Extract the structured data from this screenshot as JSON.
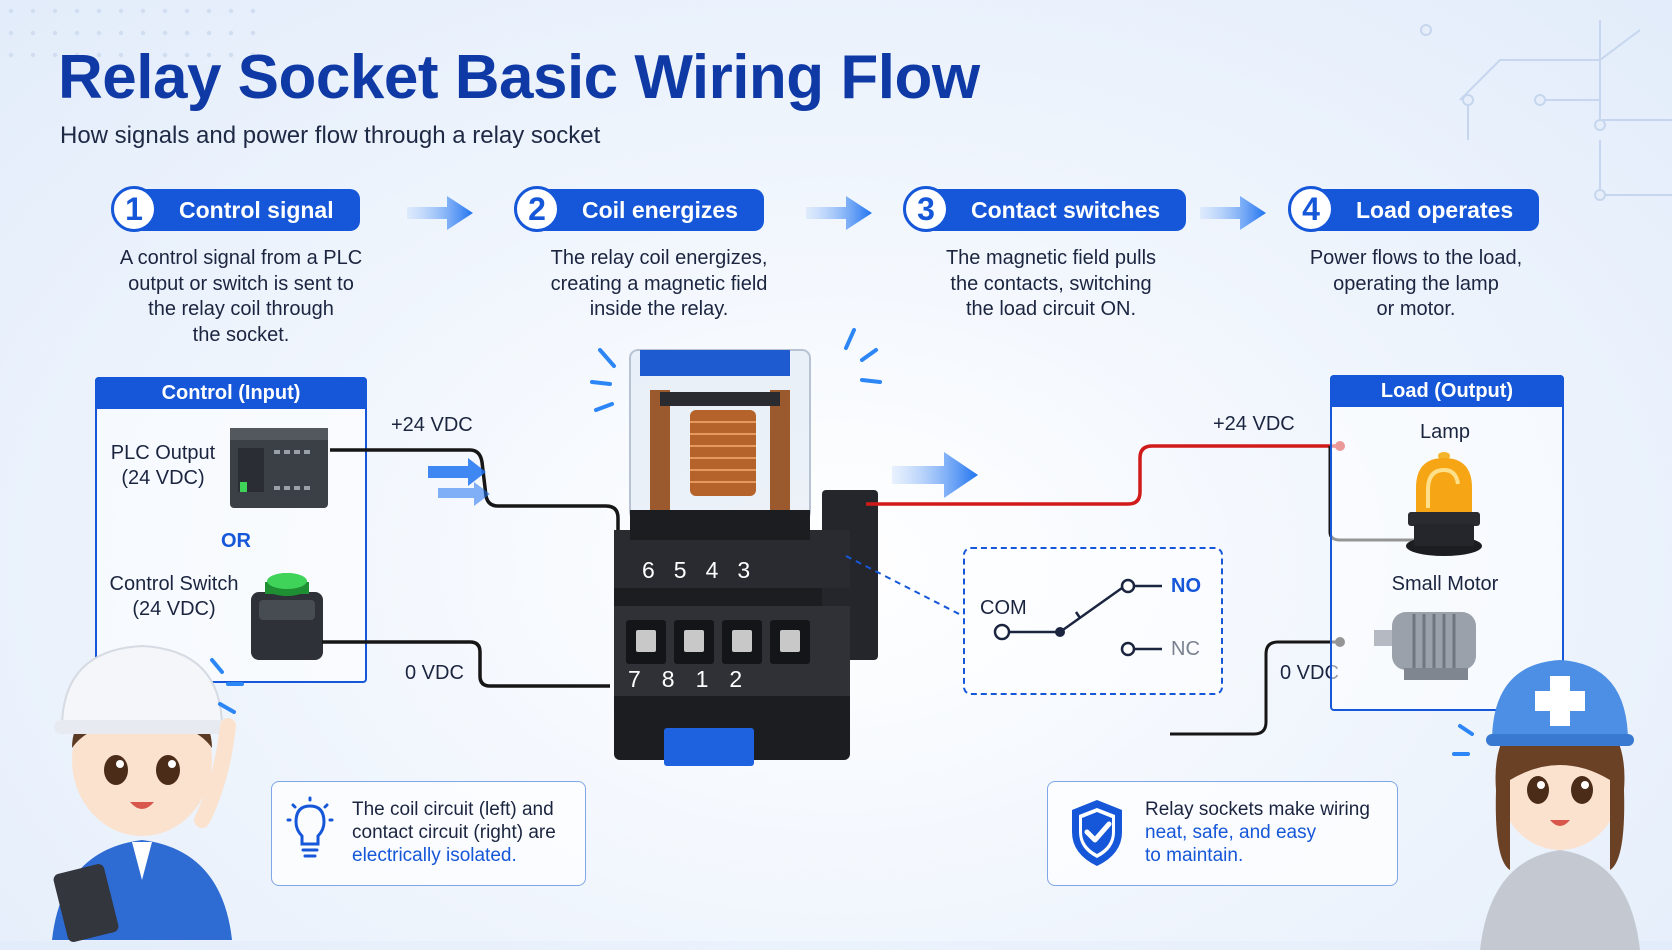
{
  "header": {
    "title": "Relay Socket Basic Wiring Flow",
    "subtitle": "How signals and power flow through a relay socket"
  },
  "steps": [
    {
      "number": "1",
      "label": "Control signal",
      "description": [
        "A control signal from a PLC",
        "output or switch is sent to",
        "the relay coil through",
        "the socket."
      ]
    },
    {
      "number": "2",
      "label": "Coil energizes",
      "description": [
        "The relay coil energizes,",
        "creating a magnetic field",
        "inside the relay."
      ]
    },
    {
      "number": "3",
      "label": "Contact switches",
      "description": [
        "The magnetic field pulls",
        "the contacts, switching",
        "the load circuit ON."
      ]
    },
    {
      "number": "4",
      "label": "Load operates",
      "description": [
        "Power flows to the load,",
        "operating the lamp",
        "or motor."
      ]
    }
  ],
  "control_panel": {
    "heading": "Control (Input)",
    "plc_label": [
      "PLC Output",
      "(24 VDC)"
    ],
    "or_label": "OR",
    "switch_label": [
      "Control Switch",
      "(24 VDC)"
    ]
  },
  "load_panel": {
    "heading": "Load (Output)",
    "lamp_label": "Lamp",
    "motor_label": "Small Motor"
  },
  "wires": {
    "input_positive": "+24 VDC",
    "input_negative": "0 VDC",
    "output_positive": "+24 VDC",
    "output_negative": "0 VDC"
  },
  "relay": {
    "top_terminals": [
      "6",
      "5",
      "4",
      "3"
    ],
    "bottom_terminals": [
      "7",
      "8",
      "1",
      "2"
    ]
  },
  "contact_diagram": {
    "com": "COM",
    "no": "NO",
    "nc": "NC"
  },
  "notes": {
    "isolation": {
      "plain": [
        "The coil circuit (left) and",
        "contact circuit (right) are"
      ],
      "highlight": "electrically isolated."
    },
    "benefit": {
      "plain": "Relay sockets make wiring",
      "highlight": [
        "neat, safe, and easy",
        "to maintain."
      ]
    }
  },
  "icons": [
    "lightbulb-icon",
    "shield-check-icon",
    "arrow-right-icon"
  ],
  "colors": {
    "primary": "#1557d8",
    "title": "#0f3aa6",
    "positive_wire": "#d11b1b",
    "negative_wire": "#1a1a1a",
    "lamp": "#f6a514"
  }
}
